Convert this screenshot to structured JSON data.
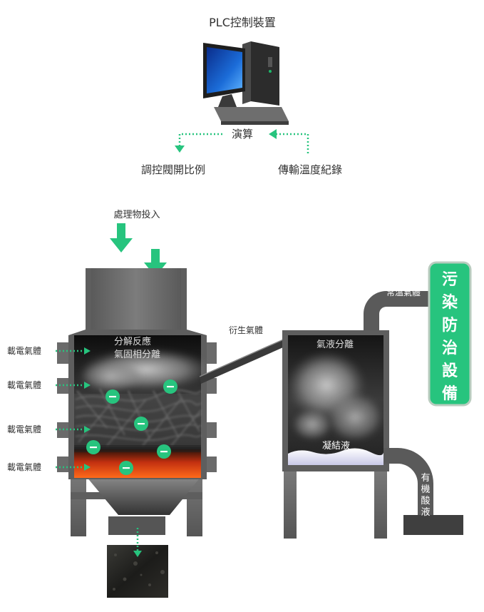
{
  "plc": {
    "title": "PLC控制裝置"
  },
  "control": {
    "compute": "演算",
    "valve": "調控閥開比例",
    "temperature": "傳輸溫度紀錄"
  },
  "input": {
    "label": "處理物投入"
  },
  "reactor": {
    "line1": "分解反應",
    "line2": "氣固相分離",
    "gas_labels": [
      "載電氣體",
      "載電氣體",
      "載電氣體",
      "載電氣體"
    ]
  },
  "pipe": {
    "derived_gas": "衍生氣體",
    "room_temp_gas": "常溫氣體"
  },
  "separator": {
    "title": "氣液分離",
    "condensate": "凝結液"
  },
  "outlet": {
    "chars": [
      "有",
      "機",
      "酸",
      "液"
    ]
  },
  "pollution": {
    "chars": [
      "污",
      "染",
      "防",
      "治",
      "設",
      "備"
    ]
  },
  "colors": {
    "accent_green": "#27c47e",
    "metal": "#636363",
    "hot": "#e8441a"
  },
  "icons": {
    "computer": "computer-icon",
    "electron": "electron-icon"
  }
}
